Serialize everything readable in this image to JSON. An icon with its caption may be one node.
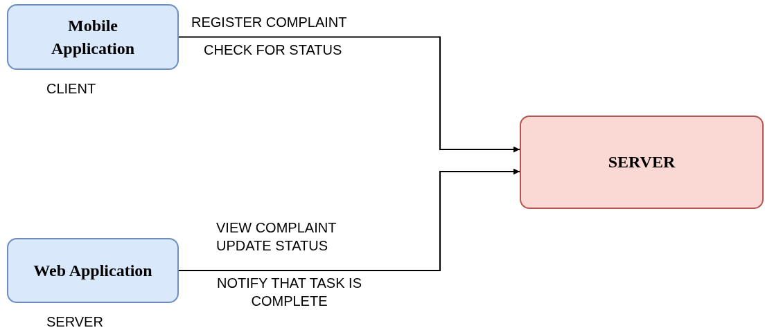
{
  "diagram": {
    "nodes": [
      {
        "text": [
          "Mobile Application"
        ],
        "beside": [
          "CLIENT"
        ]
      },
      {
        "text": [
          "SERVER"
        ]
      },
      {
        "text": [
          "Web Application"
        ],
        "beside": [
          "SERVER"
        ]
      }
    ],
    "edges": [
      {
        "from": 0,
        "to": 1,
        "arrow": "to",
        "label": "REGISTER COMPLAINT"
      },
      {
        "from": 2,
        "to": 1,
        "arrow": "to",
        "label": "VIEW COMPLAINT UPDATE STATUS"
      }
    ],
    "labels": [
      "CHECK FOR STATUS",
      "NOTIFY THAT TASK IS COMPLETE"
    ]
  }
}
